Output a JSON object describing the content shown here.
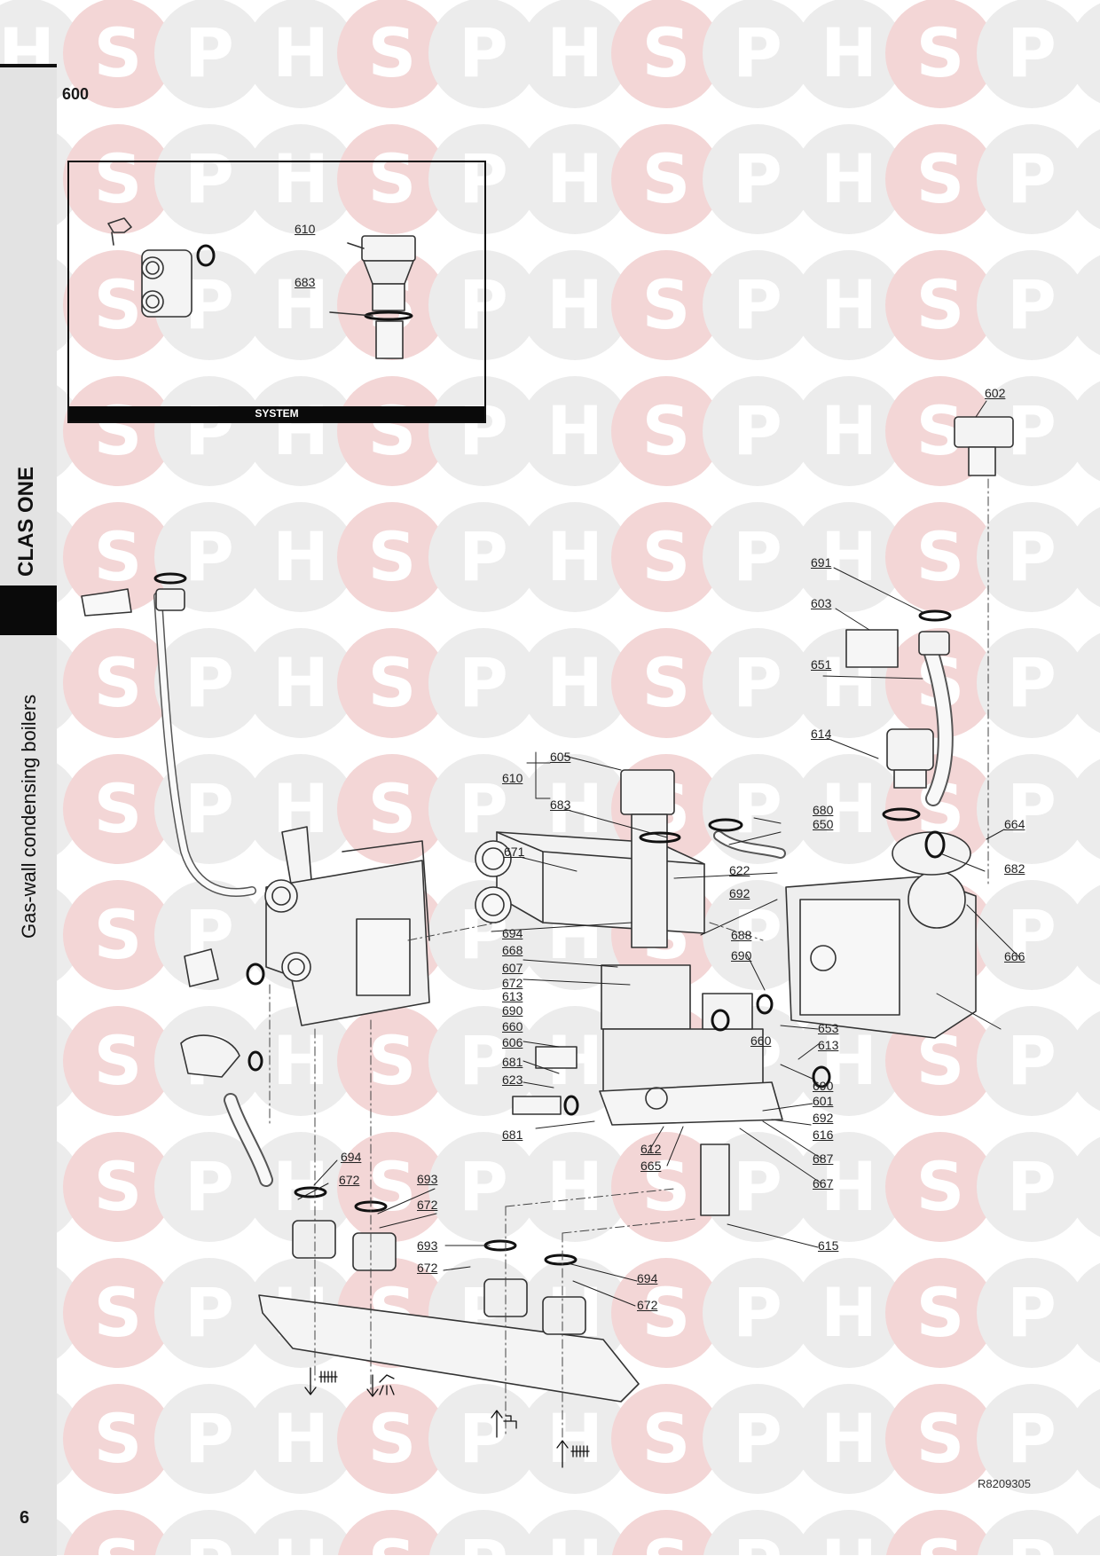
{
  "header": {
    "section_number": "600",
    "model_name": "CLAS ONE",
    "product_line": "Gas-wall condensing boilers"
  },
  "inset": {
    "title": "SYSTEM",
    "labels": [
      "610",
      "683"
    ]
  },
  "watermark": {
    "letters": [
      "H",
      "S",
      "P"
    ]
  },
  "parts": [
    "602",
    "691",
    "603",
    "651",
    "614",
    "605",
    "610",
    "683",
    "680",
    "650",
    "664",
    "671",
    "622",
    "682",
    "692",
    "694",
    "688",
    "668",
    "690",
    "607",
    "666",
    "672",
    "613",
    "690",
    "660",
    "653",
    "606",
    "660",
    "613",
    "681",
    "690",
    "623",
    "601",
    "692",
    "616",
    "681",
    "612",
    "665",
    "687",
    "667",
    "694",
    "672",
    "693",
    "672",
    "615",
    "693",
    "672",
    "694",
    "672"
  ],
  "icons": {
    "outlet_heating": "radiator-outlet-icon",
    "outlet_dhw": "shower-outlet-icon",
    "inlet_cold": "tap-inlet-icon",
    "inlet_return": "radiator-return-icon"
  },
  "footer": {
    "drawing_code": "R8209305",
    "page_number": "6"
  },
  "colors": {
    "sidebar": "#e3e3e3",
    "accent": "#0a0a0a",
    "watermark_circle": "#ececec",
    "watermark_s": "#f3d6d6"
  }
}
